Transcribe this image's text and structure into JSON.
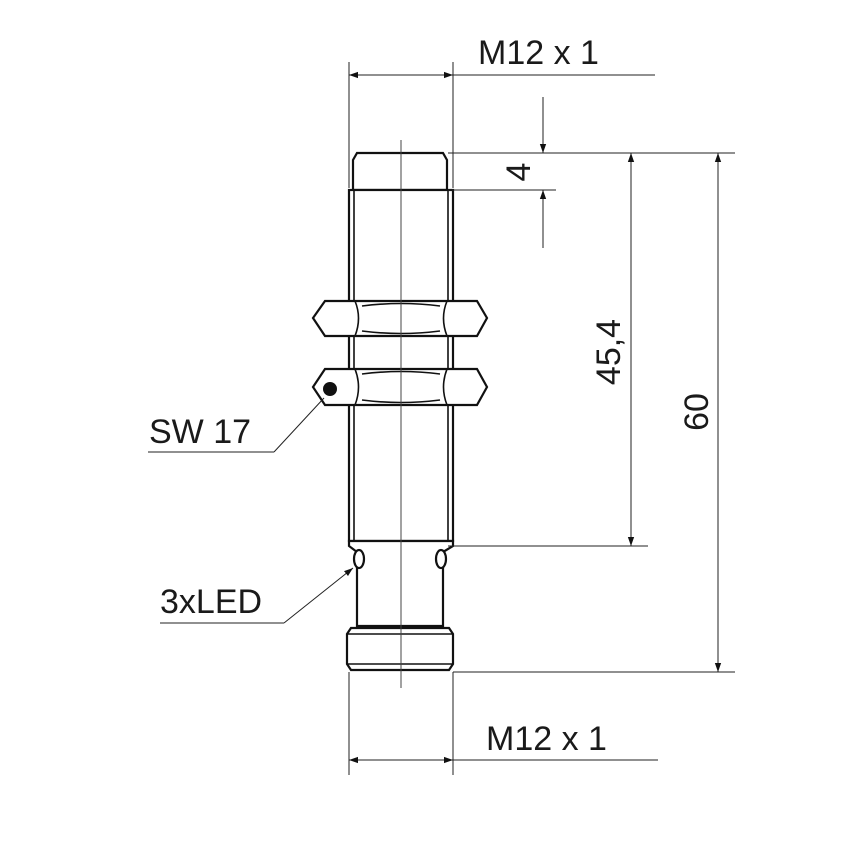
{
  "drawing": {
    "thread_top": "M12 x 1",
    "thread_bottom": "M12 x 1",
    "dim_tip": "4",
    "dim_mid": "45,4",
    "dim_total": "60",
    "wrench_size": "SW 17",
    "led_note": "3xLED"
  },
  "colors": {
    "line": "#111111",
    "background": "#ffffff"
  }
}
